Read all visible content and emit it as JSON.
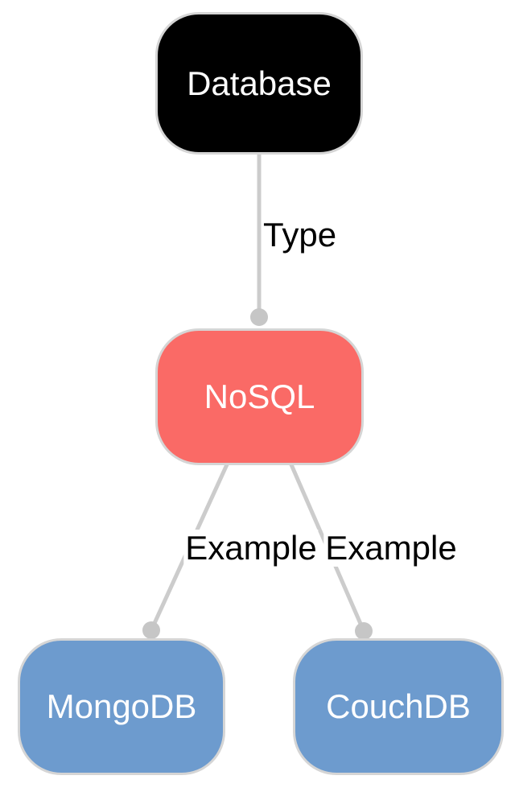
{
  "diagram": {
    "title": "database-types-mindmap",
    "nodes": [
      {
        "id": "database",
        "label": "Database",
        "fill": "#000000",
        "text_color": "#ffffff"
      },
      {
        "id": "nosql",
        "label": "NoSQL",
        "fill": "#fa6a66",
        "text_color": "#ffffff"
      },
      {
        "id": "mongodb",
        "label": "MongoDB",
        "fill": "#6d9bce",
        "text_color": "#ffffff"
      },
      {
        "id": "couchdb",
        "label": "CouchDB",
        "fill": "#6d9bce",
        "text_color": "#ffffff"
      }
    ],
    "edges": [
      {
        "from": "database",
        "to": "nosql",
        "label": "Type"
      },
      {
        "from": "nosql",
        "to": "mongodb",
        "label": "Example"
      },
      {
        "from": "nosql",
        "to": "couchdb",
        "label": "Example"
      }
    ],
    "colors": {
      "background": "#ffffff",
      "edge_line": "#cccccc",
      "edge_dot": "#c6c6c6",
      "node_border": "#d5d5d5",
      "edge_label_text": "#000000",
      "label_background": "#ffffff"
    }
  }
}
